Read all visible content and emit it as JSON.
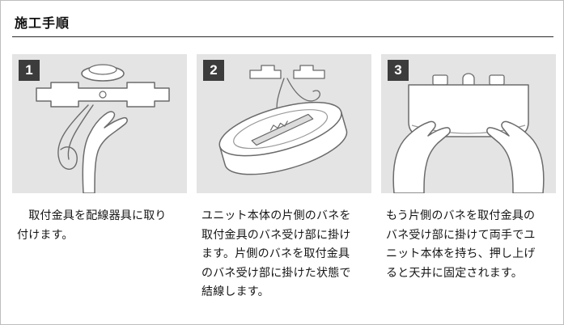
{
  "page": {
    "title": "施工手順"
  },
  "steps": [
    {
      "number": "1",
      "caption": "　取付金具を配線器具に取り付けます。"
    },
    {
      "number": "2",
      "caption": "ユニット本体の片側のバネを取付金具のバネ受け部に掛けます。片側のバネを取付金具のバネ受け部に掛けた状態で結線します。"
    },
    {
      "number": "3",
      "caption": "もう片側のバネを取付金具のバネ受け部に掛けて両手でユニット本体を持ち、押し上げると天井に固定されます。"
    }
  ],
  "colors": {
    "panel_bg": "#e4e4e4",
    "badge_bg": "#3c3c3c",
    "badge_text": "#ffffff",
    "outline": "#6b6b6b",
    "rule": "#2a2a2a"
  }
}
